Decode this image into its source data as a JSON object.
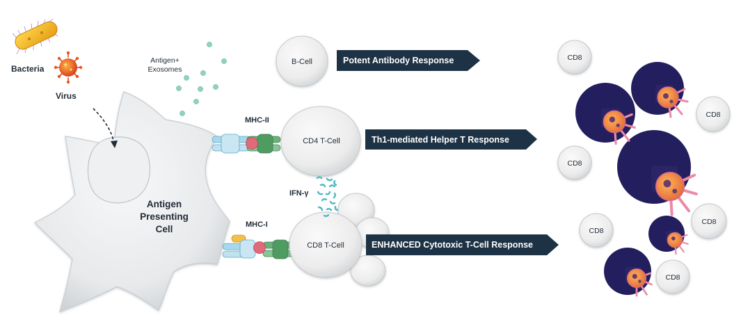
{
  "labels": {
    "bacteria": "Bacteria",
    "virus": "Virus",
    "exosomes_line1": "Antigen+",
    "exosomes_line2": "Exosomes",
    "apc_line1": "Antigen",
    "apc_line2": "Presenting",
    "apc_line3": "Cell",
    "mhc2": "MHC-II",
    "mhc1": "MHC-I",
    "ifn": "IFN-γ",
    "b_cell": "B-Cell",
    "cd4_cell": "CD4 T-Cell",
    "cd8_cell": "CD8 T-Cell"
  },
  "responses": [
    {
      "id": "antibody",
      "text": "Potent Antibody Response"
    },
    {
      "id": "helper",
      "text": "Th1-mediated Helper T Response"
    },
    {
      "id": "cytotoxic",
      "text": "ENHANCED Cytotoxic T-Cell Response"
    }
  ],
  "cd8_labels": [
    "CD8",
    "CD8",
    "CD8",
    "CD8",
    "CD8",
    "CD8"
  ],
  "colors": {
    "banner": "#1d3245",
    "cell_fill": "#eeeeee",
    "tumor": "#221e5c",
    "killer": "#e98fa8",
    "exosome": "#8fd1c2",
    "ifn": "#4fb7c4"
  }
}
